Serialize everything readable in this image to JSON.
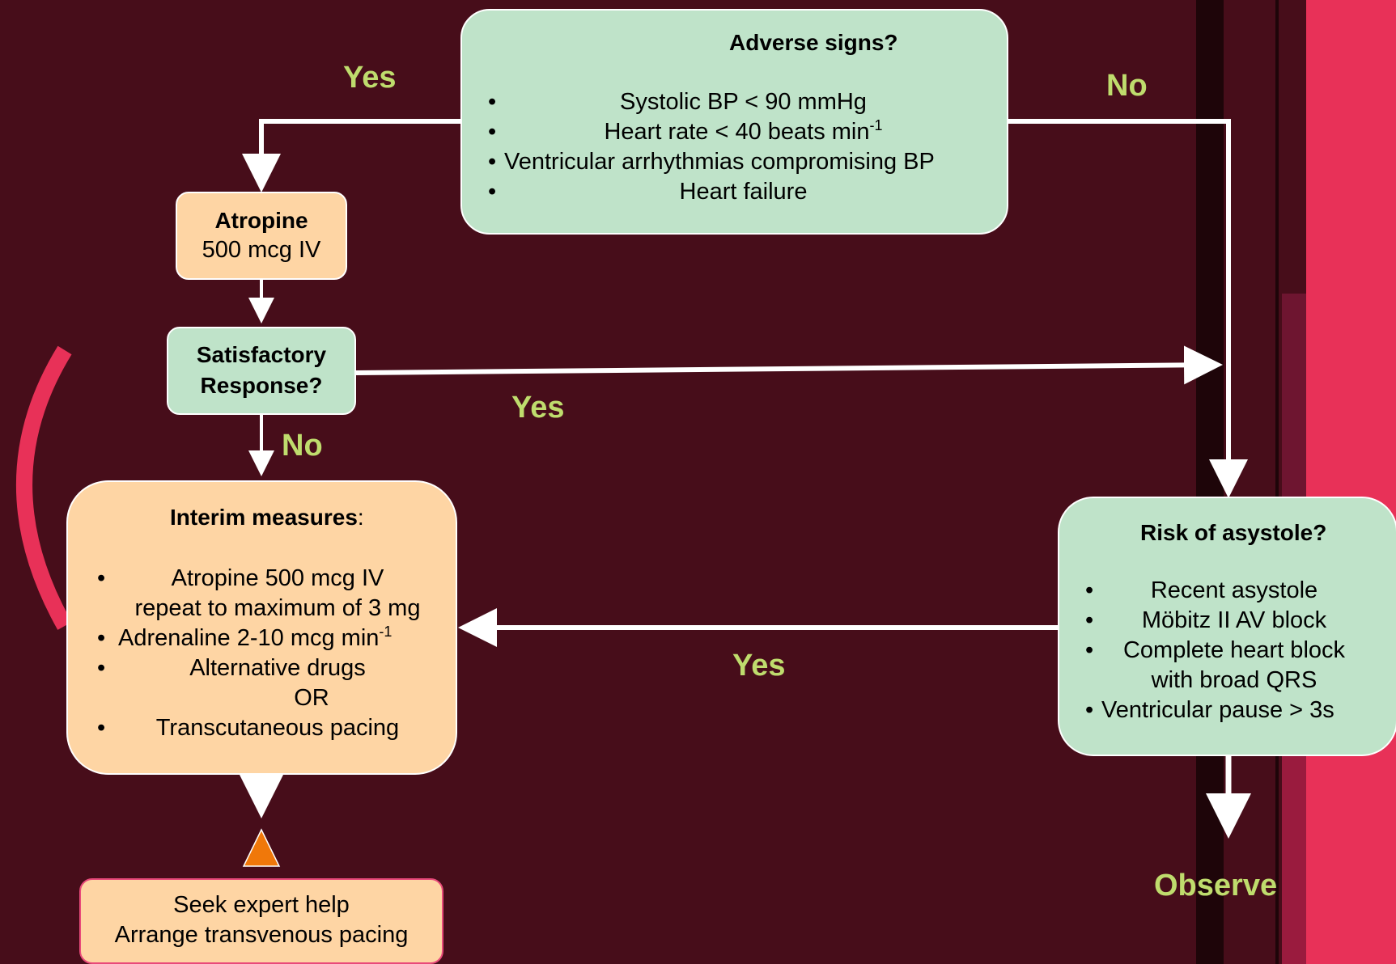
{
  "adverse": {
    "title": "Adverse signs?",
    "items": [
      {
        "text": "Systolic BP < 90 mmHg",
        "sup": ""
      },
      {
        "text": "Heart rate < 40 beats min",
        "sup": "-1"
      },
      {
        "text": "Ventricular arrhythmias compromising BP",
        "sup": ""
      },
      {
        "text": "Heart failure",
        "sup": ""
      }
    ]
  },
  "atropine": {
    "title": "Atropine",
    "dose": "500 mcg IV"
  },
  "satisfactory": {
    "line1": "Satisfactory",
    "line2": "Response?"
  },
  "interim": {
    "title": "Interim measures",
    "colon": ":",
    "atropine_line1": "Atropine 500 mcg IV",
    "atropine_line2": "repeat to maximum of 3 mg",
    "adrenaline": "Adrenaline 2-10 mcg min",
    "adrenaline_sup": "-1",
    "alternative": "Alternative drugs",
    "or": "OR",
    "pacing": "Transcutaneous pacing"
  },
  "expert": {
    "line1": "Seek expert help",
    "line2": "Arrange transvenous pacing"
  },
  "asystole": {
    "title": "Risk of asystole?",
    "items": [
      "Recent asystole",
      "Möbitz II AV block",
      "Complete heart block",
      "with broad QRS",
      "Ventricular pause > 3s"
    ]
  },
  "labels": {
    "yes_top": "Yes",
    "no_top": "No",
    "yes_satisfactory": "Yes",
    "no_satisfactory": "No",
    "yes_asystole": "Yes",
    "observe": "Observe"
  },
  "bullet": "•",
  "colors": {
    "background": "#470d1a",
    "green_box": "#bfe3c9",
    "peach_box": "#fed5a4",
    "label_green": "#bfdc6d",
    "accent_pink": "#e83158",
    "warning_orange": "#f0780a"
  },
  "icons": {
    "warning": "warning-triangle-icon",
    "bracket": "pink-bracket-decoration"
  }
}
